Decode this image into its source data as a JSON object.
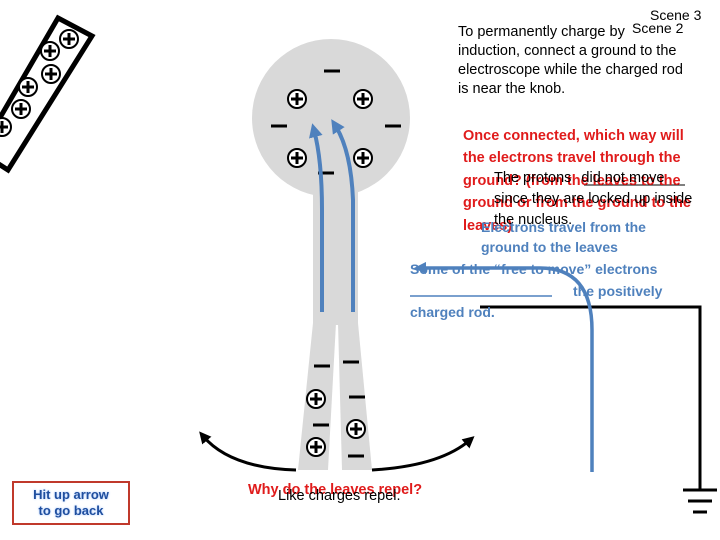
{
  "scene": {
    "label_front": "Scene 3",
    "label_back": "Scene 2"
  },
  "instructions": {
    "intro": "To permanently charge by induction, connect a ground to the electroscope while the charged rod is near the knob.",
    "question": "Once connected, which way will the electrons travel through the ground? (from the leaves to the ground or from the ground to the leaves)",
    "protons_prefix": "The protons",
    "protons_answer": "did not move",
    "protons_rest": "since they are locked up inside the nucleus.",
    "answer_overlay": "Electrons travel from the ground to the leaves",
    "free_electrons_start": "Some of the “free to move” electrons",
    "free_electrons_blank_word": "the positively",
    "free_electrons_end": "charged rod.",
    "repel_question": "Why do the leaves repel?",
    "repel_answer": "Like charges repel."
  },
  "nav": {
    "back_button": "Hit up arrow\nto go back"
  },
  "symbols": {
    "plus": "+",
    "minus": "–"
  },
  "colors": {
    "electroscope": "#d9d9d9",
    "arrow_blue": "#4f81bd",
    "question_red": "#e01b1b",
    "button_border": "#c0392b"
  }
}
